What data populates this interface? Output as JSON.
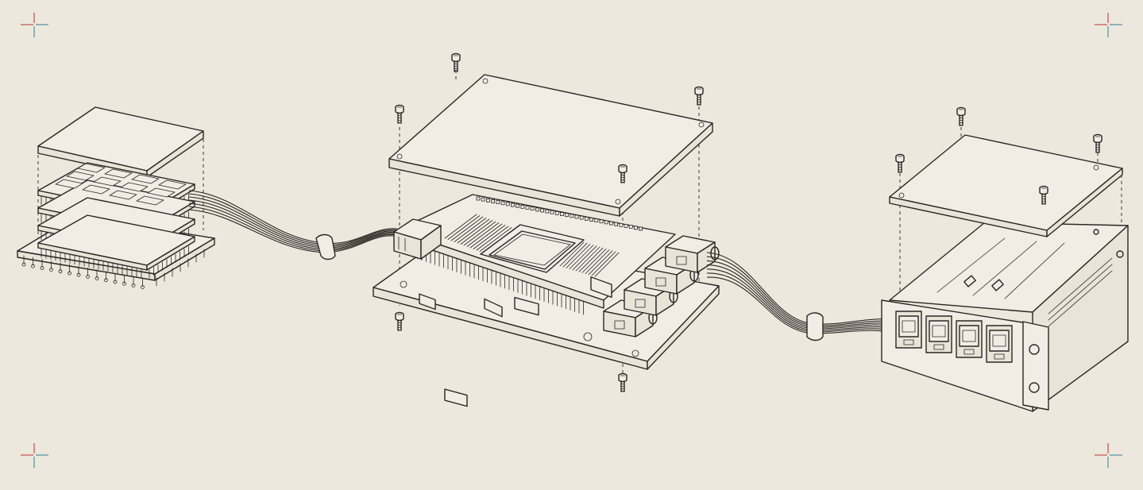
{
  "diagram": {
    "illustration_style": "technical line drawing, isometric exploded view",
    "colors": {
      "background": "#ede8dd",
      "ink": "#2a2723",
      "plate_fill": "#f1ede4",
      "crop_mark_red": "#c0514a",
      "crop_mark_blue": "#4d8ea3"
    },
    "components": [
      {
        "id": "memory-stack",
        "kind": "stacked memory module with heatsink cover"
      },
      {
        "id": "main-board",
        "kind": "processor board with cover plate and screws"
      },
      {
        "id": "io-enclosure",
        "kind": "rack bracket enclosure with four ports"
      },
      {
        "id": "cable-bundle-left",
        "kind": "ribbon cable bundle with clip"
      },
      {
        "id": "cable-bundle-right",
        "kind": "cable bundle with clip"
      }
    ],
    "port_count": 4
  }
}
